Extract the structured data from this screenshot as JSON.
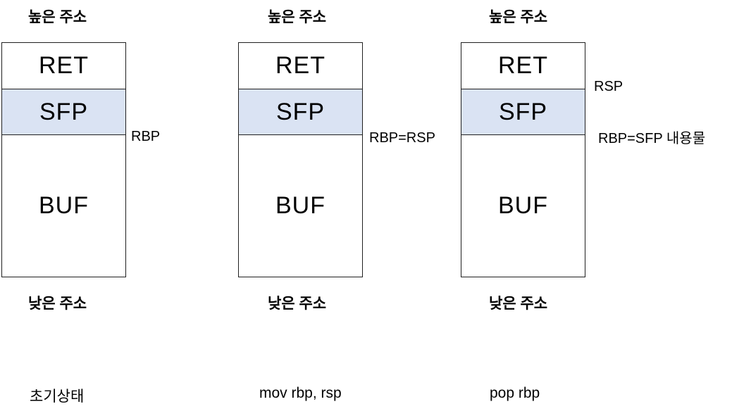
{
  "diagram": {
    "fill_color": "#dae3f3",
    "line_color": "#1f1f1f",
    "columns": [
      {
        "top_label": "높은 주소",
        "cells": {
          "ret": "RET",
          "sfp": "SFP",
          "buf": "BUF"
        },
        "bottom_label": "낮은 주소",
        "caption": "초기상태",
        "annotations": [
          {
            "text": "RBP",
            "position": "sfp-buf-boundary"
          }
        ]
      },
      {
        "top_label": "높은 주소",
        "cells": {
          "ret": "RET",
          "sfp": "SFP",
          "buf": "BUF"
        },
        "bottom_label": "낮은 주소",
        "caption": "mov rbp, rsp",
        "annotations": [
          {
            "text": "RBP=RSP",
            "position": "sfp-buf-boundary"
          }
        ]
      },
      {
        "top_label": "높은 주소",
        "cells": {
          "ret": "RET",
          "sfp": "SFP",
          "buf": "BUF"
        },
        "bottom_label": "낮은 주소",
        "caption": "pop rbp",
        "annotations": [
          {
            "text": "RSP",
            "position": "ret-sfp-boundary"
          },
          {
            "text": "RBP=SFP 내용물",
            "position": "sfp-buf-boundary"
          }
        ]
      }
    ]
  }
}
